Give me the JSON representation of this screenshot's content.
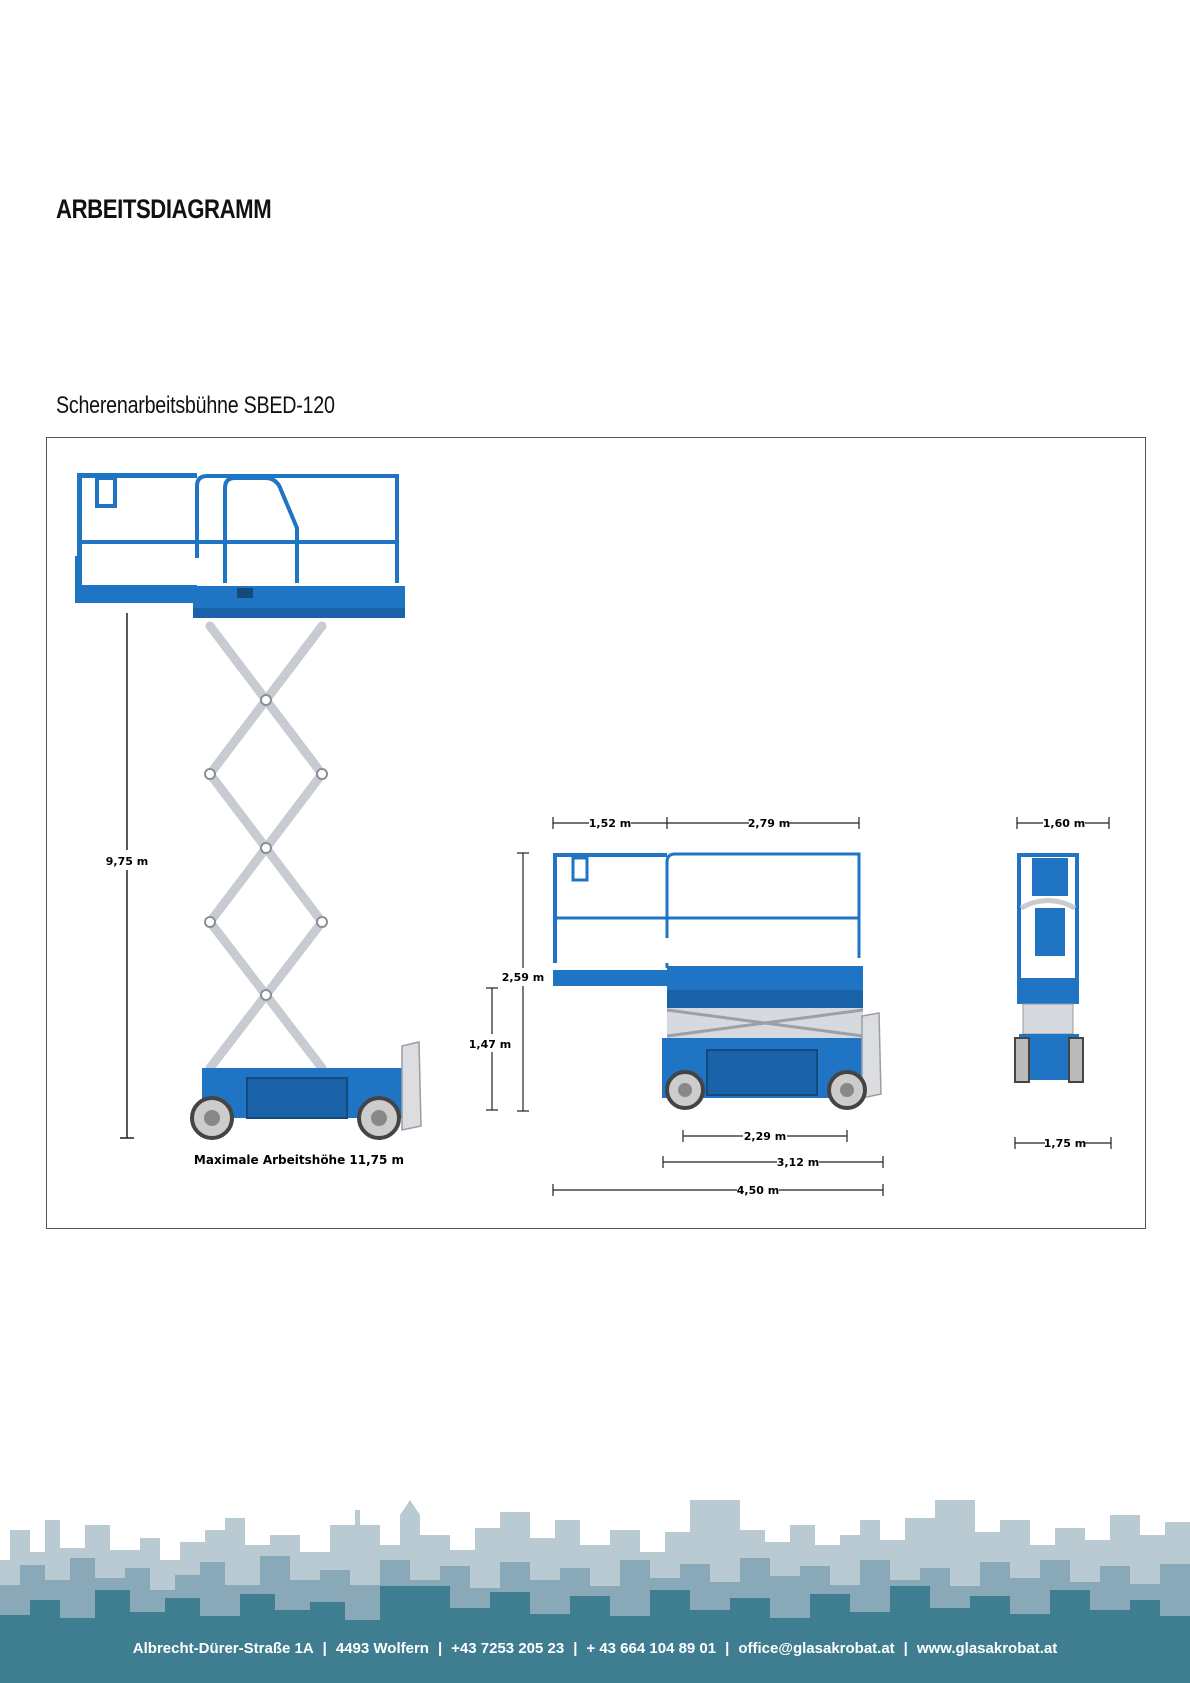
{
  "heading": "ARBEITSDIAGRAMM",
  "subheading": "Scherenarbeitsbühne SBED-120",
  "diagram": {
    "height_label": "9,75 m",
    "max_height_label": "Maximale Arbeitshöhe  11,75 m",
    "dim_top_left": "1,52 m",
    "dim_top_right": "2,79 m",
    "dim_side_height": "2,59 m",
    "dim_base_height": "1,47 m",
    "dim_wheelbase": "2,29 m",
    "dim_chassis": "3,12 m",
    "dim_total_length": "4,50 m",
    "dim_front_top": "1,60 m",
    "dim_front_bottom": "1,75 m"
  },
  "colors": {
    "machine_blue": "#1f74c4",
    "scissor_grey": "#c8ccd2",
    "skyline_dark": "#3f7d91",
    "skyline_light": "#b9cad3"
  },
  "footer": {
    "address": "Albrecht-Dürer-Straße 1A",
    "zip_city": "4493 Wolfern",
    "phone": "+43 7253 205 23",
    "mobile": "+ 43 664 104 89 01",
    "email": "office@glasakrobat.at",
    "web": "www.glasakrobat.at"
  }
}
